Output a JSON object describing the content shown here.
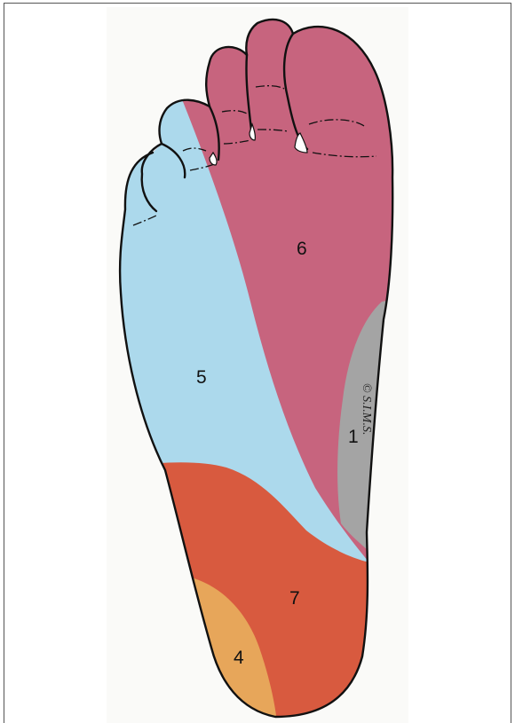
{
  "zones": [
    {
      "id": "1",
      "label": "1",
      "color": "#a4a4a4"
    },
    {
      "id": "4",
      "label": "4",
      "color": "#e7a65a"
    },
    {
      "id": "5",
      "label": "5",
      "color": "#acd9ec"
    },
    {
      "id": "6",
      "label": "6",
      "color": "#c7647e"
    },
    {
      "id": "7",
      "label": "7",
      "color": "#d85a3f"
    }
  ],
  "credit": "© S.I.M.S."
}
